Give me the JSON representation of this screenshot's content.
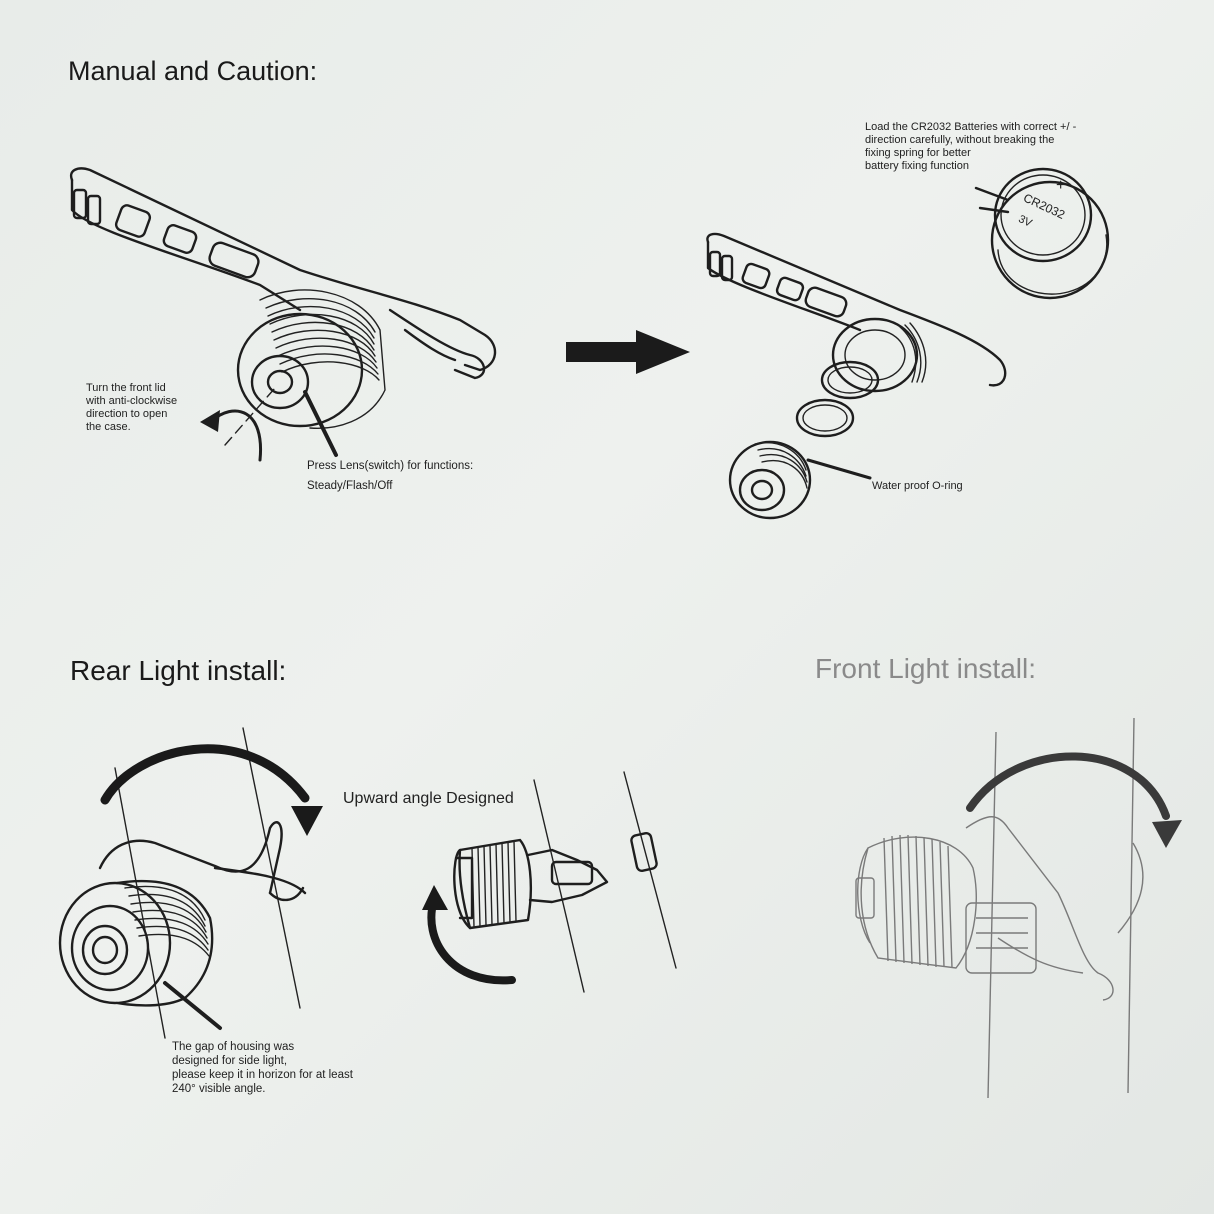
{
  "headings": {
    "manual": "Manual and Caution:",
    "rear": "Rear Light  install:",
    "front": "Front  Light  install:"
  },
  "notes": {
    "battery": [
      "Load the CR2032 Batteries with correct +/ -",
      "direction carefully, without breaking the",
      "fixing spring for better",
      "battery fixing function"
    ],
    "turn_lid": [
      "Turn the front lid",
      "with anti-clockwise",
      "direction to open",
      "the case."
    ],
    "press_lens": [
      "Press Lens(switch) for functions:",
      "Steady/Flash/Off"
    ],
    "oring": "Water proof O-ring",
    "upward": "Upward angle Designed",
    "gap": [
      "The gap of housing was",
      "designed for side light,",
      "please keep it in horizon for at least",
      "240° visible angle."
    ]
  },
  "battery_label": {
    "polarity": "+",
    "model": "CR2032",
    "voltage": "3V"
  },
  "colors": {
    "paper": "#e9ece9",
    "ink": "#1e1e1e",
    "faded_heading": "#8a8a8a"
  }
}
